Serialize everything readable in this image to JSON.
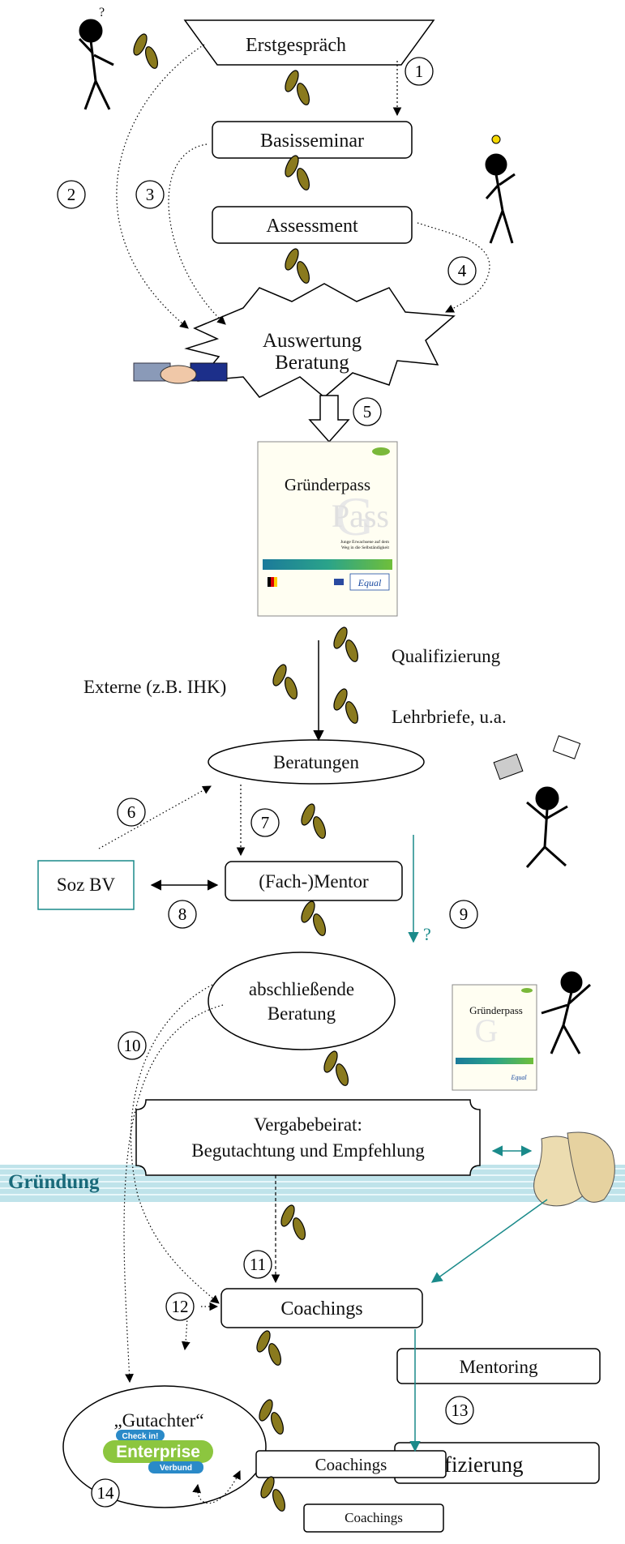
{
  "steps": {
    "erstgespraech": "Erstgespräch",
    "basisseminar": "Basisseminar",
    "assessment": "Assessment",
    "auswertung_line1": "Auswertung",
    "auswertung_line2": "Beratung",
    "beratungen": "Beratungen",
    "fachmentor": "(Fach-)Mentor",
    "soz_bv": "Soz BV",
    "abschliessende_line1": "abschließende",
    "abschliessende_line2": "Beratung",
    "vergabebeirat_line1": "Vergabebeirat:",
    "vergabebeirat_line2": "Begutachtung und Empfehlung",
    "gruendung": "Gründung",
    "coachings_1": "Coachings",
    "mentoring": "Mentoring",
    "qualifizierung_box": "Qualifizierung",
    "coachings_2": "Coachings",
    "coachings_3": "Coachings",
    "gutachter": "„Gutachter“",
    "question_mark": "?"
  },
  "side_labels": {
    "qualifizierung": "Qualifizierung",
    "externe": "Externe (z.B. IHK)",
    "lehrbriefe": "Lehrbriefe, u.a."
  },
  "pass_card": {
    "title": "Gründerpass",
    "watermark_g": "G",
    "watermark_pass": "Pass",
    "subtitle_line1": "Junge Erwachsene auf dem",
    "subtitle_line2": "Weg in die Selbständigkeit",
    "logo_label": "Equal"
  },
  "logo": {
    "check_in": "Check in!",
    "enterprise": "Enterprise",
    "verbund": "Verbund"
  },
  "numbers": [
    "1",
    "2",
    "3",
    "4",
    "5",
    "6",
    "7",
    "8",
    "9",
    "10",
    "11",
    "12",
    "13",
    "14"
  ],
  "colors": {
    "teal": "#1a8a8a",
    "olive_foot": "#8a7a1e",
    "band": "#bfe3ea"
  }
}
